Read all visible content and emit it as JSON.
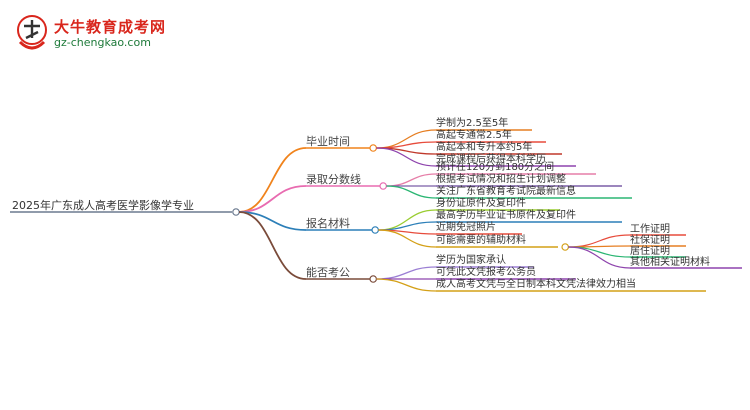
{
  "logo": {
    "title": "大牛教育成考网",
    "url": "gz-chengkao.com",
    "colors": {
      "brand_red": "#d9261c",
      "brand_green": "#1e7a3a"
    }
  },
  "mindmap": {
    "root": "2025年广东成人高考医学影像学专业",
    "branches": [
      {
        "label": "毕业时间",
        "color": "#f0831c",
        "children": [
          {
            "label": "学制为2.5至5年",
            "color": "#e67e22"
          },
          {
            "label": "高起专通常2.5年",
            "color": "#e74c3c"
          },
          {
            "label": "高起本和专升本约5年",
            "color": "#c0392b"
          },
          {
            "label": "完成课程后获得本科学历",
            "color": "#8e44ad"
          }
        ]
      },
      {
        "label": "录取分数线",
        "color": "#e86bb0",
        "children": [
          {
            "label": "预计在120分到180分之间",
            "color": "#e67ea8"
          },
          {
            "label": "根据考试情况和招生计划调整",
            "color": "#7b5ea7"
          },
          {
            "label": "关注广东省教育考试院最新信息",
            "color": "#2bb673"
          }
        ]
      },
      {
        "label": "报名材料",
        "color": "#2c7fb8",
        "children": [
          {
            "label": "身份证原件及复印件",
            "color": "#9acd32"
          },
          {
            "label": "最高学历毕业证书原件及复印件",
            "color": "#2c7fb8"
          },
          {
            "label": "近期免冠照片",
            "color": "#e74c3c"
          },
          {
            "label": "可能需要的辅助材料",
            "color": "#d4a017",
            "children": [
              {
                "label": "工作证明",
                "color": "#e74c3c"
              },
              {
                "label": "社保证明",
                "color": "#e67e22"
              },
              {
                "label": "居住证明",
                "color": "#2bb673"
              },
              {
                "label": "其他相关证明材料",
                "color": "#8e44ad"
              }
            ]
          }
        ]
      },
      {
        "label": "能否考公",
        "color": "#7a4b3a",
        "children": [
          {
            "label": "学历为国家承认",
            "color": "#9b7fd4"
          },
          {
            "label": "可凭此文凭报考公务员",
            "color": "#8e44ad"
          },
          {
            "label": "成人高考文凭与全日制本科文凭法律效力相当",
            "color": "#d4a017"
          }
        ]
      }
    ]
  }
}
